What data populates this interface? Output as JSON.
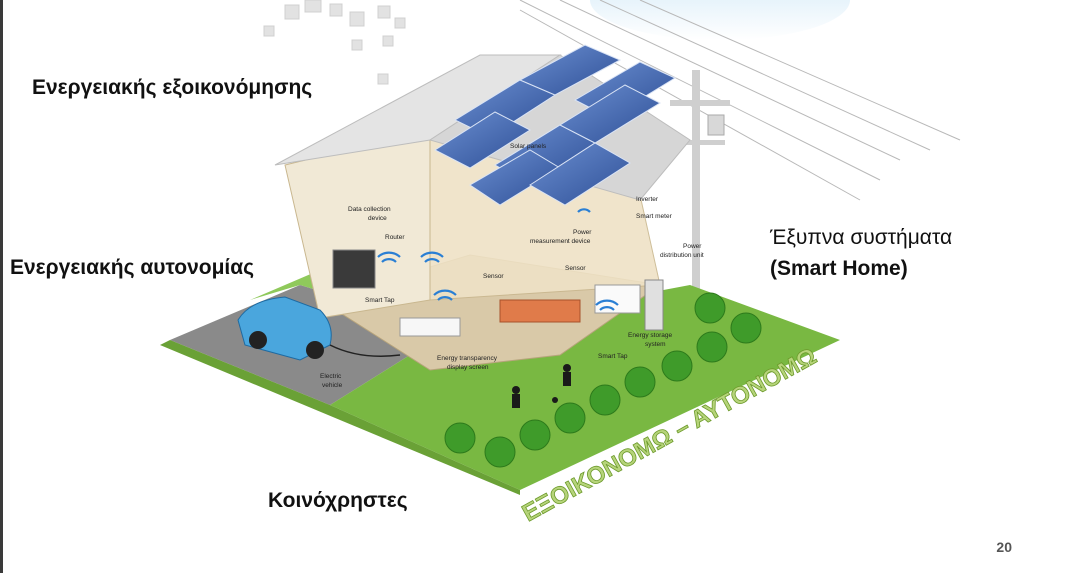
{
  "slide": {
    "labels": {
      "savings": "Ενεργειακής εξοικονόμησης",
      "autonomy": "Ενεργειακής αυτονομίας",
      "smart_line1": "Έξυπνα συστήματα",
      "smart_line2": "(Smart Home)",
      "shared": "Κοινόχρηστες"
    },
    "banner": "ΕΞΟΙΚΟΝΟΜΩ – ΑΥΤΟΝΟΜΩ",
    "page_number": "20"
  },
  "diagram": {
    "components": {
      "solar_panels": "Solar panels",
      "inverter": "Inverter",
      "smart_meter": "Smart meter",
      "power_distribution_1": "Power",
      "power_distribution_2": "distribution unit",
      "power_measurement_1": "Power",
      "power_measurement_2": "measurement device",
      "data_collection_1": "Data collection",
      "data_collection_2": "device",
      "router": "Router",
      "sensor_1": "Sensor",
      "sensor_2": "Sensor",
      "smart_tap_1": "Smart Tap",
      "smart_tap_2": "Smart Tap",
      "energy_storage_1": "Energy storage",
      "energy_storage_2": "system",
      "energy_display_1": "Energy transparency",
      "energy_display_2": "display screen",
      "electric_vehicle_1": "Electric",
      "electric_vehicle_2": "vehicle"
    },
    "colors": {
      "grass": "#7bc142",
      "roof": "#e6e6e6",
      "wall": "#efe7d4",
      "solar": "#4a6fb5",
      "car": "#4aa6dd",
      "tree": "#3f9b2a",
      "banner": "#b6d47a"
    }
  }
}
